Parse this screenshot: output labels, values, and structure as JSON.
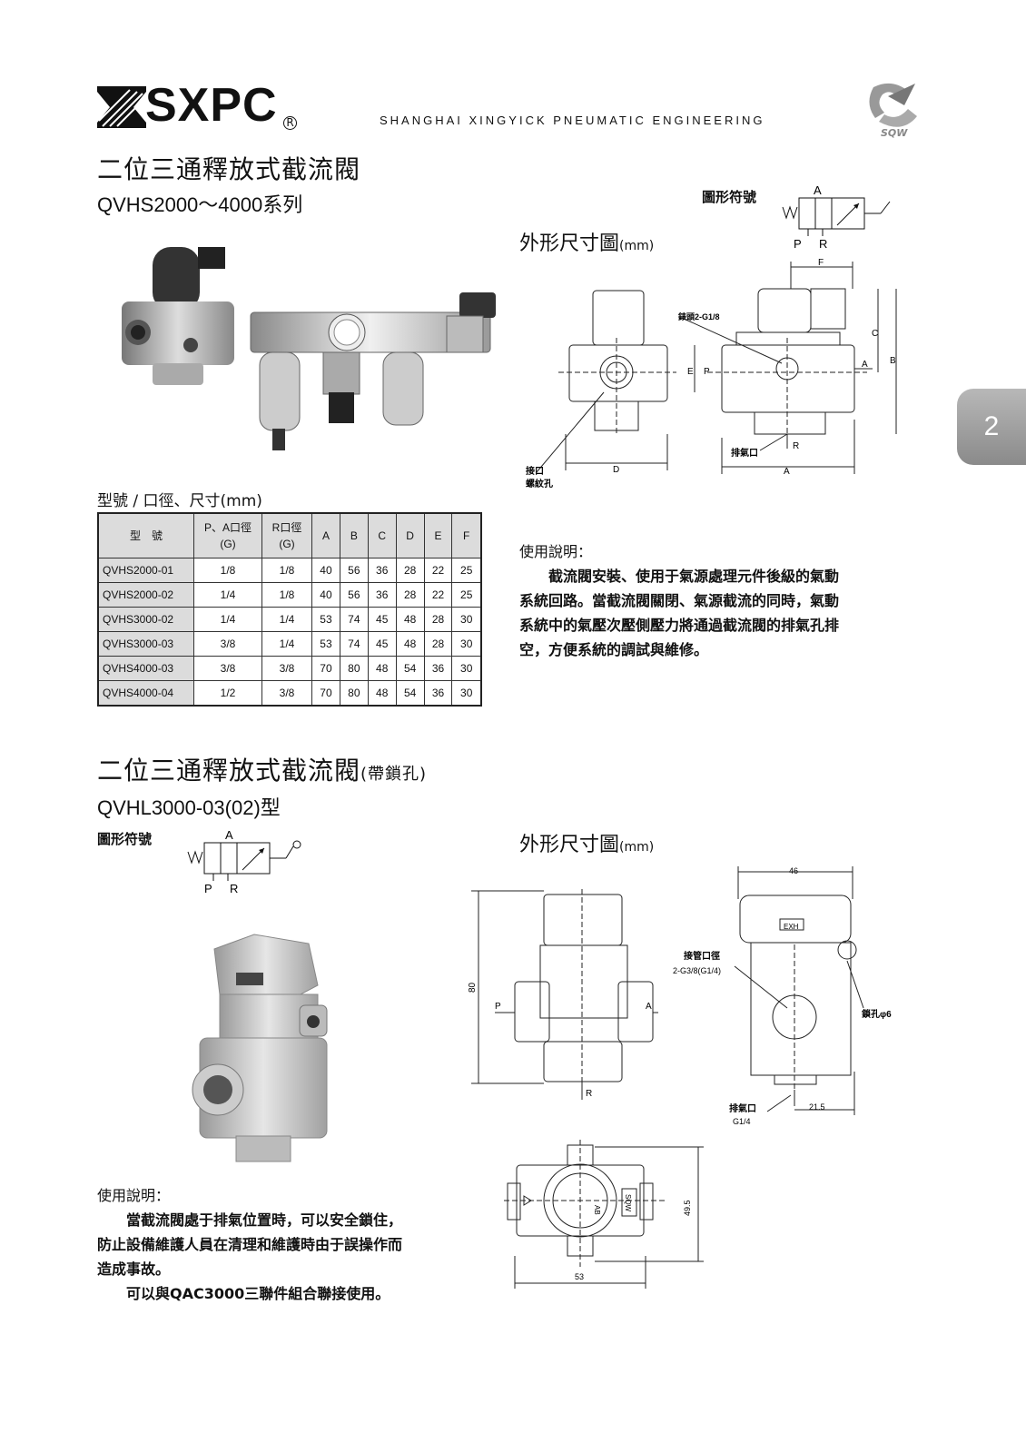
{
  "header": {
    "brand": "SXPC",
    "registered": "R",
    "company": "SHANGHAI XINGYICK PNEUMATIC ENGINEERING",
    "sqw_logo": "SQW"
  },
  "section_tab": "2",
  "product1": {
    "title": "二位三通釋放式截流閥",
    "series": "QVHS2000～4000系列",
    "symbol_label": "圖形符號",
    "symbol_ports": {
      "a": "A",
      "p": "P",
      "r": "R"
    },
    "dim_title": "外形尺寸圖",
    "dim_unit": "(mm)",
    "drawing_labels": {
      "f": "F",
      "c": "C",
      "b": "B",
      "e": "E",
      "a_port": "A",
      "p_port": "P",
      "r": "R",
      "d": "D",
      "a": "A",
      "gauge": "錶頭2-G1/8",
      "exhaust": "排氣口",
      "inlet": "接口",
      "thread": "螺紋孔"
    },
    "table_title": "型號 / 口徑、尺寸(mm)",
    "table": {
      "headers": [
        "型　號",
        "P、A口徑\n(G)",
        "R口徑\n(G)",
        "A",
        "B",
        "C",
        "D",
        "E",
        "F"
      ],
      "rows": [
        [
          "QVHS2000-01",
          "1/8",
          "1/8",
          "40",
          "56",
          "36",
          "28",
          "22",
          "25"
        ],
        [
          "QVHS2000-02",
          "1/4",
          "1/8",
          "40",
          "56",
          "36",
          "28",
          "22",
          "25"
        ],
        [
          "QVHS3000-02",
          "1/4",
          "1/4",
          "53",
          "74",
          "45",
          "48",
          "28",
          "30"
        ],
        [
          "QVHS3000-03",
          "3/8",
          "1/4",
          "53",
          "74",
          "45",
          "48",
          "28",
          "30"
        ],
        [
          "QVHS4000-03",
          "3/8",
          "3/8",
          "70",
          "80",
          "48",
          "54",
          "36",
          "30"
        ],
        [
          "QVHS4000-04",
          "1/2",
          "3/8",
          "70",
          "80",
          "48",
          "54",
          "36",
          "30"
        ]
      ]
    },
    "usage_title": "使用說明：",
    "usage_lines": [
      "截流閥安裝、使用于氣源處理元件後級的氣動",
      "系統回路。當截流閥關閉、氣源截流的同時，氣動",
      "系統中的氣壓次壓側壓力將通過截流閥的排氣孔排",
      "空，方便系統的調試與維修。"
    ]
  },
  "product2": {
    "title_main": "二位三通釋放式截流閥",
    "title_suffix": "(帶鎖孔)",
    "model": "QVHL3000-03(02)型",
    "symbol_label": "圖形符號",
    "symbol_ports": {
      "a": "A",
      "p": "P",
      "r": "R"
    },
    "dim_title": "外形尺寸圖",
    "dim_unit": "(mm)",
    "drawing_labels": {
      "d80": "80",
      "d46": "46",
      "d21_5": "21.5",
      "d49_5": "49.5",
      "d53": "53",
      "p": "P",
      "a": "A",
      "r": "R",
      "exh": "EXH",
      "port_label": "接管口徑",
      "port_spec": "2-G3/8(G1/4)",
      "lock": "鎖孔φ6",
      "exhaust": "排氣口",
      "exhaust_spec": "G1/4",
      "ab": "AB",
      "sqw": "SQW"
    },
    "usage_title": "使用說明：",
    "usage_lines": [
      "當截流閥處于排氣位置時，可以安全鎖住，",
      "防止設備維護人員在清理和維護時由于誤操作而",
      "造成事故。",
      "可以與QAC3000三聯件組合聯接使用。"
    ]
  }
}
